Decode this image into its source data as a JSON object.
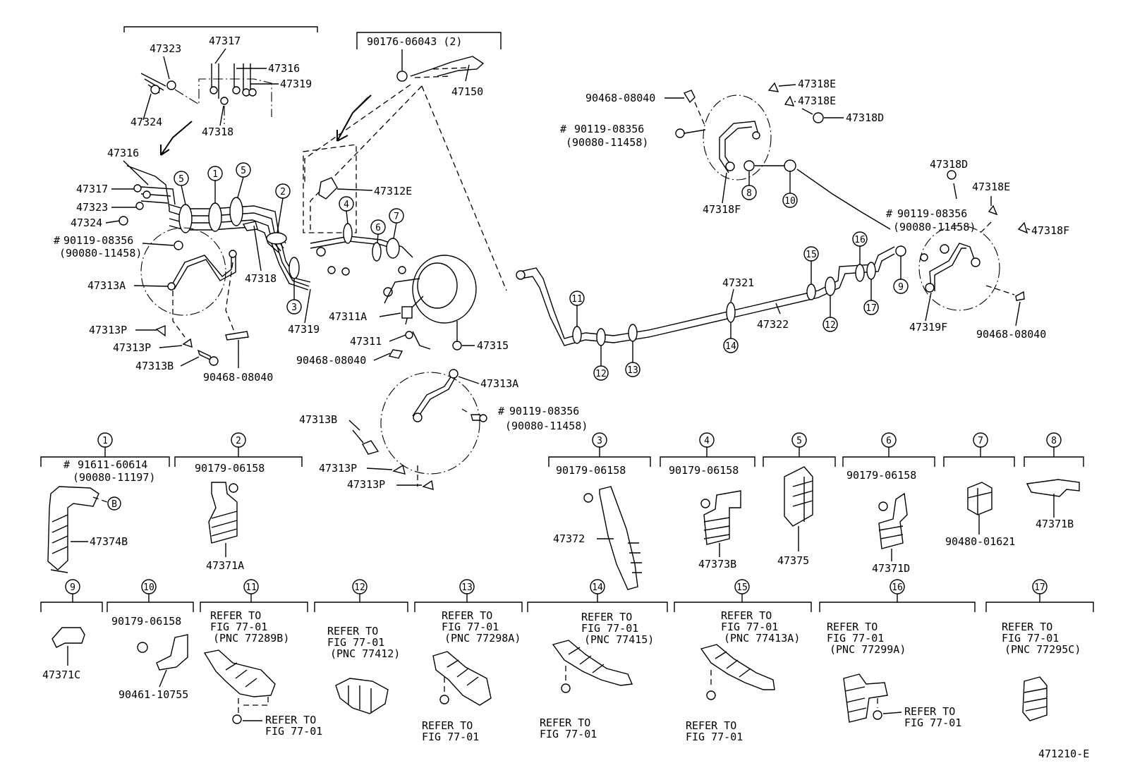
{
  "diagram_id": "471210-E",
  "labels": {
    "p47323_top": "47323",
    "p47317_top": "47317",
    "p47316_top": "47316",
    "p47319_top": "47319",
    "p47324_top": "47324",
    "p47318_top": "47318",
    "p90176": "90176-06043 (2)",
    "p47150": "47150",
    "p47316_l": "47316",
    "p47317_l": "47317",
    "p47323_l": "47323",
    "p47324_l": "47324",
    "p90119_l": "90119-08356",
    "p90080_l": "(90080-11458)",
    "p47313A_l": "47313A",
    "p47318_m": "47318",
    "p47313P_1": "47313P",
    "p47313P_2": "47313P",
    "p47313B_l": "47313B",
    "p90468_l": "90468-08040",
    "p47312E": "47312E",
    "p47319_m": "47319",
    "p47311A": "47311A",
    "p47311": "47311",
    "p47315": "47315",
    "p90468_m": "90468-08040",
    "p47313A_m": "47313A",
    "p90119_m": "90119-08356",
    "p90080_m": "(90080-11458)",
    "p47313B_m": "47313B",
    "p47313P_3": "47313P",
    "p47313P_4": "47313P",
    "p90468_tr": "90468-08040",
    "p47318E_1": "47318E",
    "p47318E_2": "47318E",
    "p47318D_1": "47318D",
    "p90119_tr": "90119-08356",
    "p90080_tr": "(90080-11458)",
    "p47318F_l": "47318F",
    "p47318D_2": "47318D",
    "p47318E_3": "47318E",
    "p90119_r": "90119-08356",
    "p90080_r": "(90080-11458)",
    "p47318F_r": "47318F",
    "p47321": "47321",
    "p47322": "47322",
    "p47319F": "47319F",
    "p90468_r": "90468-08040",
    "hash": "#",
    "c1_a": "91611-60614",
    "c1_b": "(90080-11197)",
    "c1_B": "B",
    "c1_part": "47374B",
    "c2_a": "90179-06158",
    "c2_part": "47371A",
    "c3_a": "90179-06158",
    "c3_part": "47372",
    "c4_a": "90179-06158",
    "c4_part": "47373B",
    "c5_part": "47375",
    "c6_a": "90179-06158",
    "c6_part": "47371D",
    "c7_part": "90480-01621",
    "c8_part": "47371B",
    "c9_part": "47371C",
    "c10_a": "90179-06158",
    "c10_part": "90461-10755",
    "refer_to": "REFER TO",
    "fig": "FIG 77-01",
    "pnc11": "(PNC 77289B)",
    "pnc12": "(PNC 77412)",
    "pnc13": "(PNC 77298A)",
    "pnc14": "(PNC 77415)",
    "pnc15": "(PNC 77413A)",
    "pnc16": "(PNC 77299A)",
    "pnc17": "(PNC 77295C)"
  },
  "callouts": [
    "1",
    "2",
    "3",
    "4",
    "5",
    "6",
    "7",
    "8",
    "9",
    "10",
    "11",
    "12",
    "13",
    "14",
    "15",
    "16",
    "17"
  ]
}
